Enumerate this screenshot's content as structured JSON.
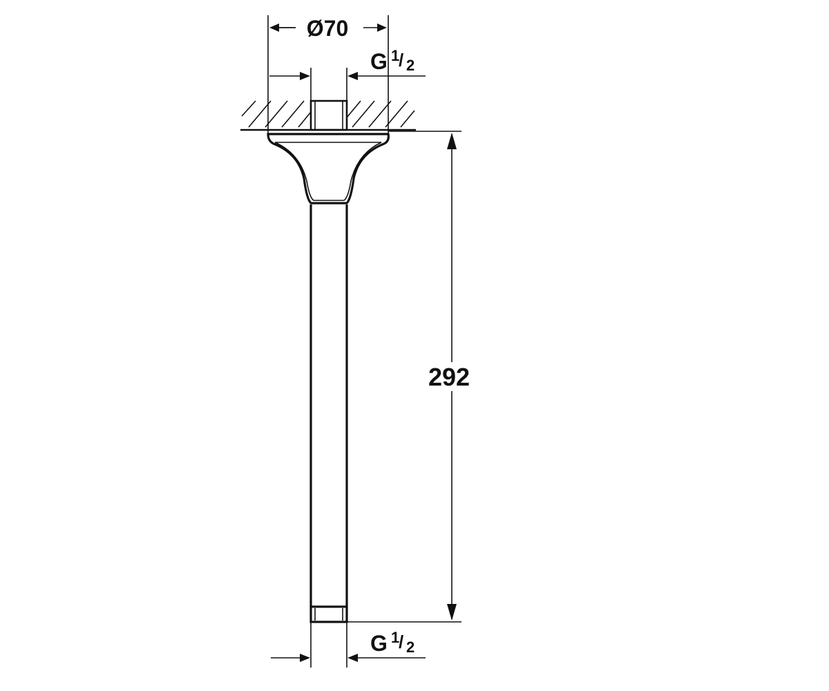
{
  "drawing": {
    "labels": {
      "diameter": "Ø70",
      "length": "292",
      "thread_top_letter": "G",
      "thread_top_fraction_num": "1",
      "thread_top_fraction_den": "2",
      "thread_bottom_letter": "G",
      "thread_bottom_fraction_num": "1",
      "thread_bottom_fraction_den": "2"
    },
    "colors": {
      "ink": "#111111",
      "paper": "#ffffff"
    }
  }
}
